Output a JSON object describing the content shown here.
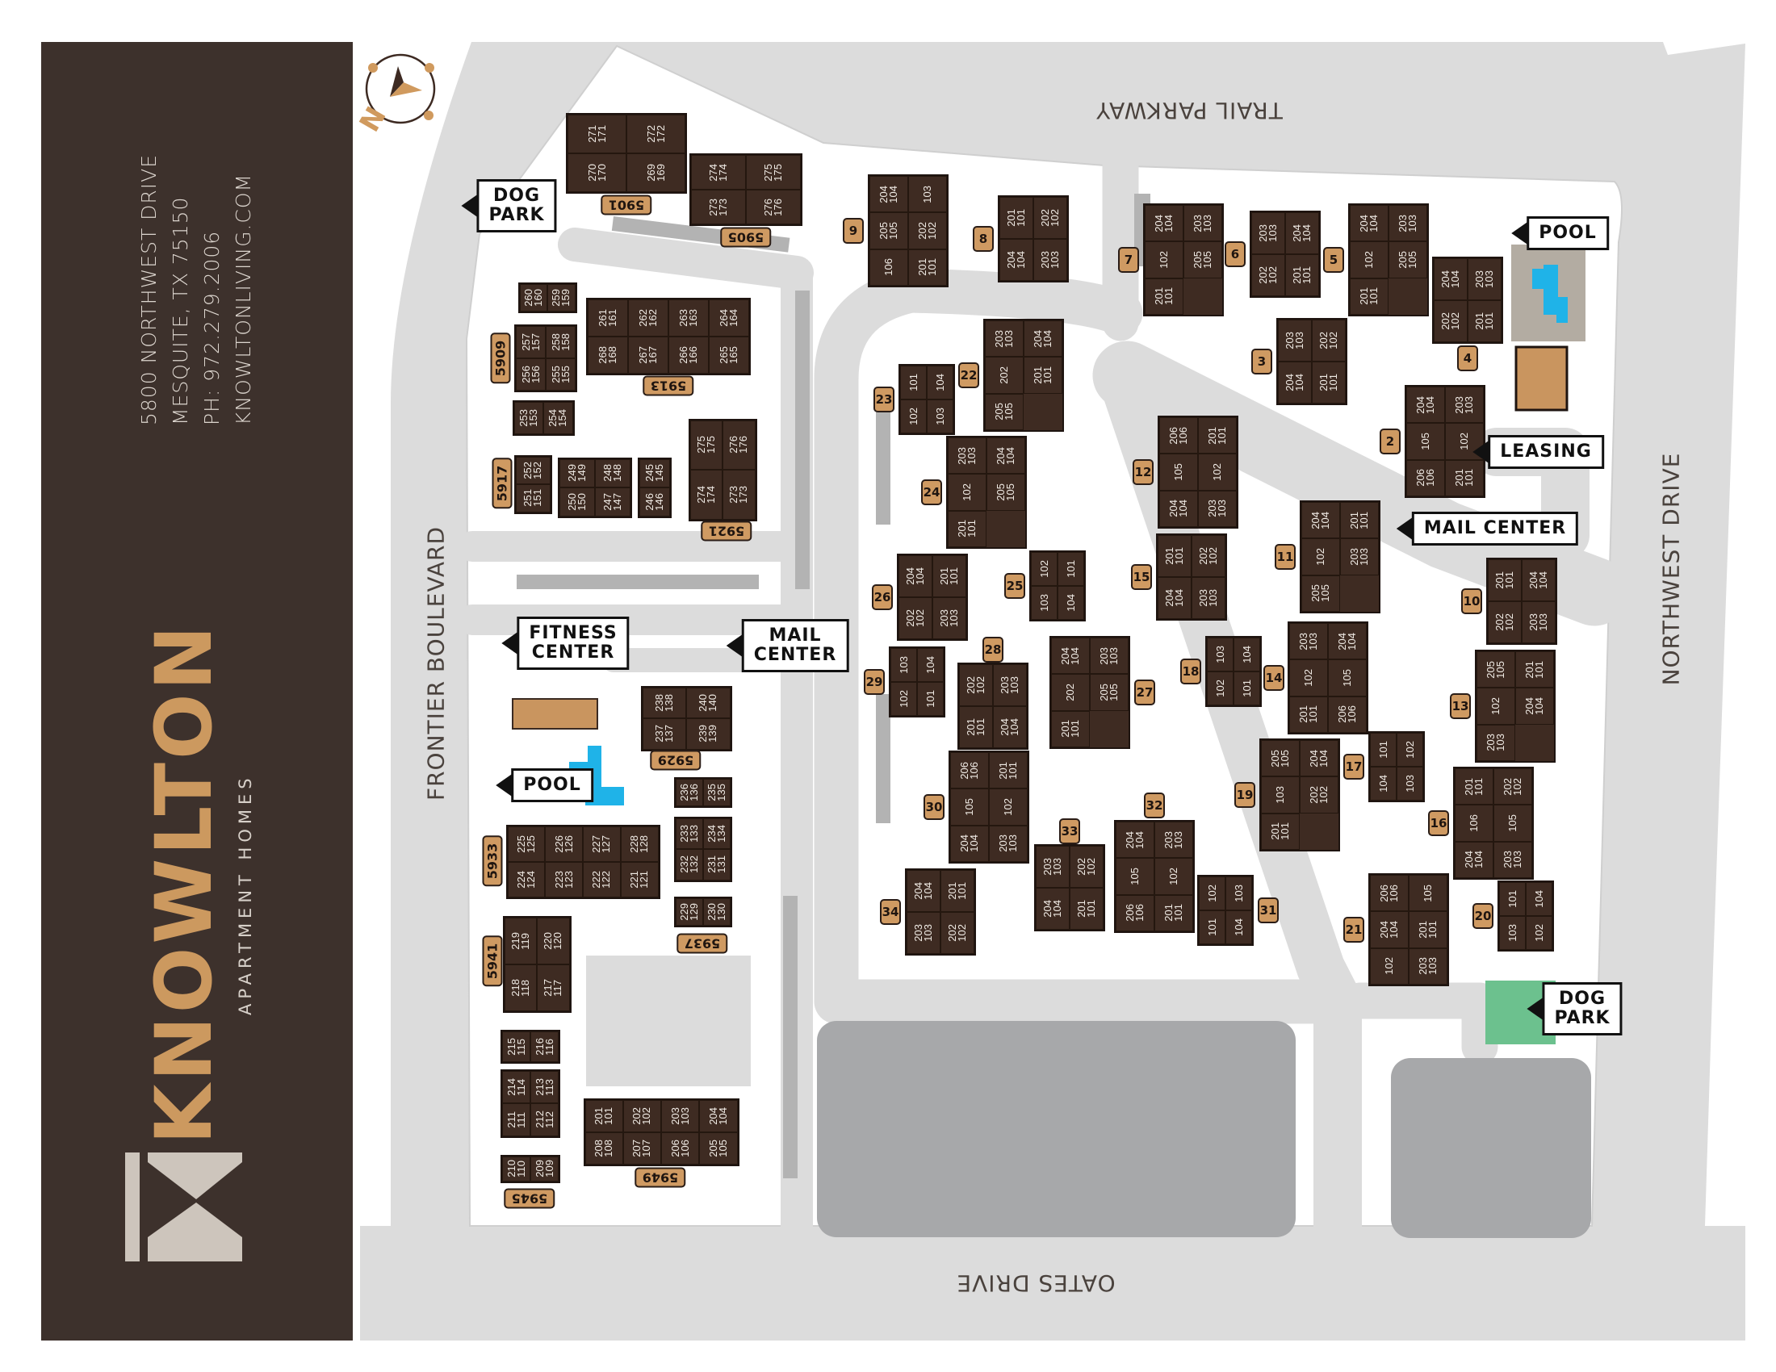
{
  "brand": {
    "name": "KNOWLTON",
    "tagline": "APARTMENT HOMES",
    "logo_mark": "K",
    "address_line1": "5800 NORTHWEST DRIVE",
    "address_line2": "MESQUITE, TX 75150",
    "phone": "PH: 972.279.2006",
    "website": "KNOWLTONLIVING.COM"
  },
  "colors": {
    "sidebar": "#3d312c",
    "brand_accent": "#cc995f",
    "building": "#3e2b22",
    "road": "#dcdcdc",
    "parking_lot": "#a7a8aa",
    "pool": "#1fb3e8",
    "amenity_building": "#c9955f",
    "pool_deck": "#b3aca2",
    "dog_park": "#6cc18e"
  },
  "compass": {
    "icon": "compass-icon",
    "label": "N"
  },
  "streets": {
    "north": "TRAIL PARKWAY",
    "east": "NORTHWEST DRIVE",
    "south": "OATES DRIVE",
    "west": "FRONTIER BOULEVARD"
  },
  "amenities": [
    {
      "label": "DOG\nPARK"
    },
    {
      "label": "FITNESS\nCENTER"
    },
    {
      "label": "MAIL\nCENTER"
    },
    {
      "label": "POOL"
    },
    {
      "label": "POOL"
    },
    {
      "label": "LEASING"
    },
    {
      "label": "MAIL CENTER"
    },
    {
      "label": "DOG\nPARK"
    }
  ],
  "address_groups": [
    {
      "address": "5901",
      "blocks": [
        [
          "271\n171",
          "272\n172",
          "270\n170",
          "269\n169"
        ]
      ]
    },
    {
      "address": "5905",
      "blocks": [
        [
          "274\n174",
          "275\n175",
          "273\n173",
          "276\n176"
        ]
      ]
    },
    {
      "address": "5909",
      "blocks": [
        [
          "260\n160",
          "259\n159"
        ],
        [
          "257\n157",
          "258\n158",
          "256\n156",
          "255\n155"
        ],
        [
          "253\n153",
          "254\n154"
        ]
      ]
    },
    {
      "address": "5913",
      "blocks": [
        [
          "261\n161",
          "262\n162",
          "263\n163",
          "264\n164",
          "268\n168",
          "267\n167",
          "266\n166",
          "265\n165"
        ]
      ]
    },
    {
      "address": "5917",
      "blocks": [
        [
          "252\n152",
          "251\n151"
        ],
        [
          "249\n149",
          "248\n148",
          "250\n150",
          "247\n147"
        ],
        [
          "245\n145",
          "246\n146"
        ]
      ]
    },
    {
      "address": "5921",
      "blocks": [
        [
          "275\n175",
          "276\n176",
          "274\n174",
          "273\n173"
        ]
      ]
    },
    {
      "address": "5929",
      "blocks": [
        [
          "238\n138",
          "240\n140",
          "237\n137",
          "239\n139"
        ]
      ]
    },
    {
      "address": "5937",
      "blocks": [
        [
          "236\n136",
          "235\n135"
        ],
        [
          "233\n133",
          "234\n134",
          "232\n132",
          "231\n131"
        ],
        [
          "229\n129",
          "230\n130"
        ]
      ]
    },
    {
      "address": "5933",
      "blocks": [
        [
          "225\n125",
          "226\n126",
          "227\n127",
          "228\n128",
          "224\n124",
          "223\n123",
          "222\n122",
          "221\n121"
        ]
      ]
    },
    {
      "address": "5941",
      "blocks": [
        [
          "219\n119",
          "220\n120",
          "218\n118",
          "217\n117"
        ]
      ]
    },
    {
      "address": "5945",
      "blocks": [
        [
          "215\n115",
          "216\n116"
        ],
        [
          "214\n114",
          "213\n113",
          "211\n111",
          "212\n112"
        ],
        [
          "210\n110",
          "209\n109"
        ]
      ]
    },
    {
      "address": "5949",
      "blocks": [
        [
          "201\n101",
          "202\n102",
          "203\n103",
          "204\n104",
          "208\n108",
          "207\n107",
          "206\n106",
          "205\n105"
        ]
      ]
    }
  ],
  "buildings": [
    {
      "number": "2",
      "units": [
        "204\n104",
        "203\n103",
        "105",
        "102",
        "206\n106",
        "201\n101"
      ]
    },
    {
      "number": "3",
      "units": [
        "203\n103",
        "202\n102",
        "204\n104",
        "201\n101"
      ]
    },
    {
      "number": "4",
      "units": [
        "204\n104",
        "203\n103",
        "202\n102",
        "201\n101"
      ]
    },
    {
      "number": "5",
      "units": [
        "204\n104",
        "203\n103",
        "102",
        "205\n105",
        "201\n101"
      ]
    },
    {
      "number": "6",
      "units": [
        "203\n103",
        "204\n104",
        "202\n102",
        "201\n101"
      ]
    },
    {
      "number": "7",
      "units": [
        "204\n104",
        "203\n103",
        "102",
        "205\n105",
        "201\n101"
      ]
    },
    {
      "number": "8",
      "units": [
        "201\n101",
        "202\n102",
        "204\n104",
        "203\n103"
      ]
    },
    {
      "number": "9",
      "units": [
        "204\n104",
        "103",
        "205\n105",
        "202\n102",
        "106",
        "201\n101"
      ]
    },
    {
      "number": "10",
      "units": [
        "201\n101",
        "204\n104",
        "202\n102",
        "203\n103"
      ]
    },
    {
      "number": "11",
      "units": [
        "204\n104",
        "201\n101",
        "102",
        "203\n103",
        "205\n105"
      ]
    },
    {
      "number": "12",
      "units": [
        "206\n106",
        "201\n101",
        "105",
        "102",
        "204\n104",
        "203\n103"
      ]
    },
    {
      "number": "13",
      "units": [
        "205\n105",
        "201\n101",
        "102",
        "204\n104",
        "203\n103"
      ]
    },
    {
      "number": "14",
      "units": [
        "203\n103",
        "204\n104",
        "102",
        "105",
        "201\n101",
        "206\n106"
      ]
    },
    {
      "number": "15",
      "units": [
        "201\n101",
        "202\n102",
        "204\n104",
        "203\n103"
      ]
    },
    {
      "number": "16",
      "units": [
        "201\n101",
        "202\n102",
        "106",
        "105",
        "204\n104",
        "203\n103"
      ]
    },
    {
      "number": "17",
      "units": [
        "101",
        "102",
        "104",
        "103"
      ]
    },
    {
      "number": "18",
      "units": [
        "103",
        "104",
        "102",
        "101"
      ]
    },
    {
      "number": "19",
      "units": [
        "205\n105",
        "204\n104",
        "103",
        "202\n102",
        "201\n101"
      ]
    },
    {
      "number": "20",
      "units": [
        "101",
        "104",
        "103",
        "102"
      ]
    },
    {
      "number": "21",
      "units": [
        "206\n106",
        "105",
        "204\n104",
        "201\n101",
        "102",
        "203\n103"
      ]
    },
    {
      "number": "22",
      "units": [
        "203\n103",
        "204\n104",
        "202",
        "201\n101",
        "205\n105"
      ]
    },
    {
      "number": "23",
      "units": [
        "101",
        "104",
        "102",
        "103"
      ]
    },
    {
      "number": "24",
      "units": [
        "203\n103",
        "204\n104",
        "102",
        "205\n105",
        "201\n101"
      ]
    },
    {
      "number": "25",
      "units": [
        "102",
        "101",
        "103",
        "104"
      ]
    },
    {
      "number": "26",
      "units": [
        "204\n104",
        "201\n101",
        "202\n102",
        "203\n103"
      ]
    },
    {
      "number": "27",
      "units": [
        "204\n104",
        "203\n103",
        "202",
        "205\n105",
        "201\n101"
      ]
    },
    {
      "number": "28",
      "units": [
        "202\n102",
        "203\n103",
        "201\n101",
        "204\n104"
      ]
    },
    {
      "number": "29",
      "units": [
        "103",
        "104",
        "102",
        "101"
      ]
    },
    {
      "number": "30",
      "units": [
        "206\n106",
        "201\n101",
        "105",
        "102",
        "204\n104",
        "203\n103"
      ]
    },
    {
      "number": "31",
      "units": [
        "102",
        "103",
        "101",
        "104"
      ]
    },
    {
      "number": "32",
      "units": [
        "204\n104",
        "203\n103",
        "105",
        "102",
        "206\n106",
        "201\n101"
      ]
    },
    {
      "number": "33",
      "units": [
        "203\n103",
        "202\n102",
        "204\n104",
        "201\n101"
      ]
    },
    {
      "number": "34",
      "units": [
        "204\n104",
        "201\n101",
        "203\n103",
        "202\n102"
      ]
    }
  ]
}
